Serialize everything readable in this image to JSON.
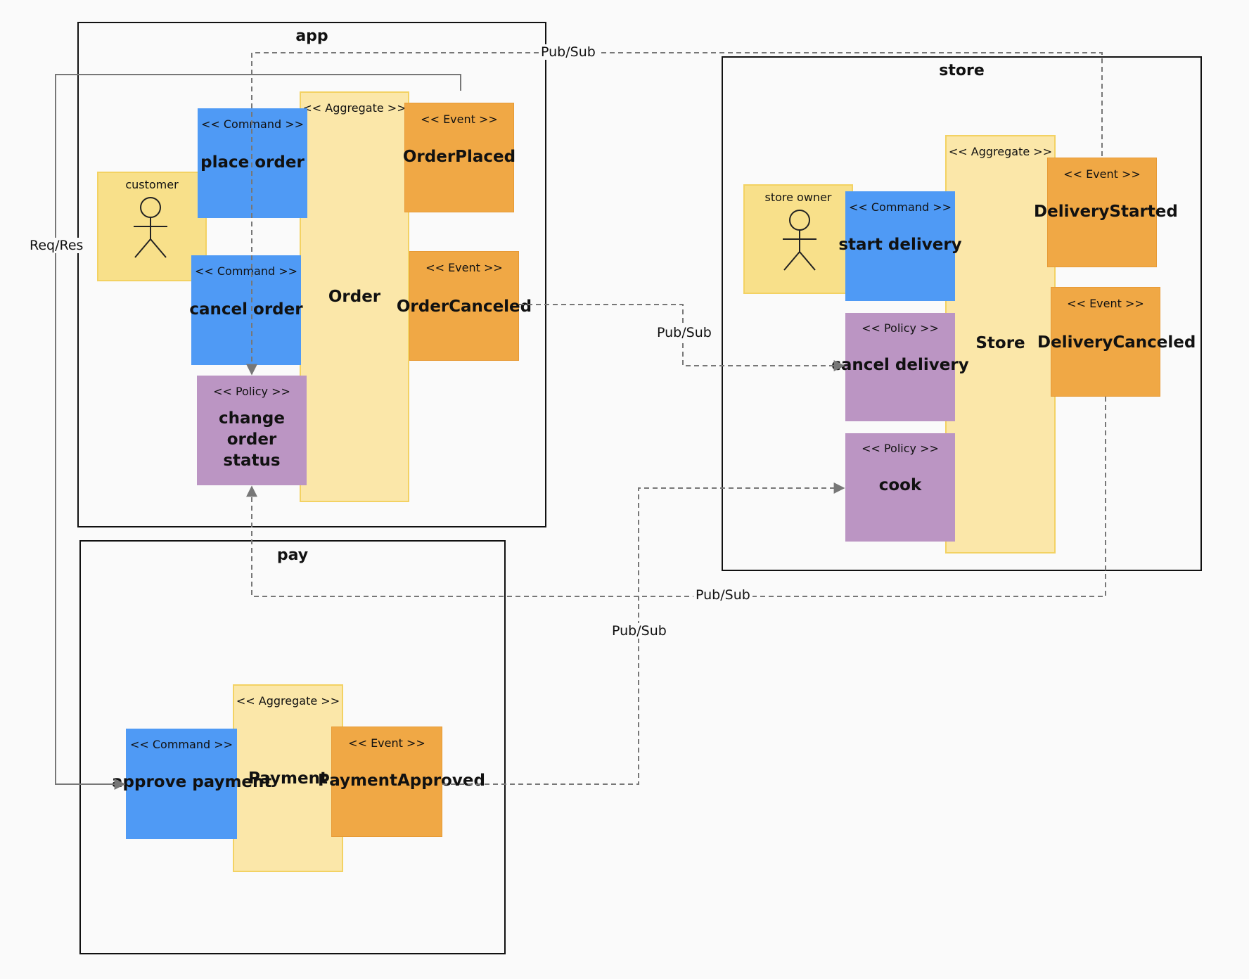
{
  "contexts": {
    "app": "app",
    "store": "store",
    "pay": "pay"
  },
  "stereotypes": {
    "command": "<< Command >>",
    "event": "<< Event >>",
    "policy": "<< Policy >>",
    "aggregate": "<< Aggregate >>"
  },
  "app": {
    "actor": "customer",
    "place_order": "place order",
    "cancel_order": "cancel order",
    "aggregate": "Order",
    "order_placed": "OrderPlaced",
    "order_canceled": "OrderCanceled",
    "change_order_status": "change order status"
  },
  "store": {
    "actor": "store owner",
    "start_delivery": "start delivery",
    "cancel_delivery": "cancel delivery",
    "cook": "cook",
    "aggregate": "Store",
    "delivery_started": "DeliveryStarted",
    "delivery_canceled": "DeliveryCanceled"
  },
  "pay": {
    "approve_payment": "approve payment",
    "aggregate": "Payment",
    "payment_approved": "PaymentApproved"
  },
  "edges": {
    "req_res": "Req/Res",
    "pubsub_top": "Pub/Sub",
    "pubsub_canceled": "Pub/Sub",
    "pubsub_delivery_canceled": "Pub/Sub",
    "pubsub_payment": "Pub/Sub"
  },
  "colors": {
    "command": "#4f9af5",
    "event": "#f0a845",
    "policy": "#bb95c3",
    "aggregate": "#fbe7a9",
    "actor": "#f8e08a"
  }
}
